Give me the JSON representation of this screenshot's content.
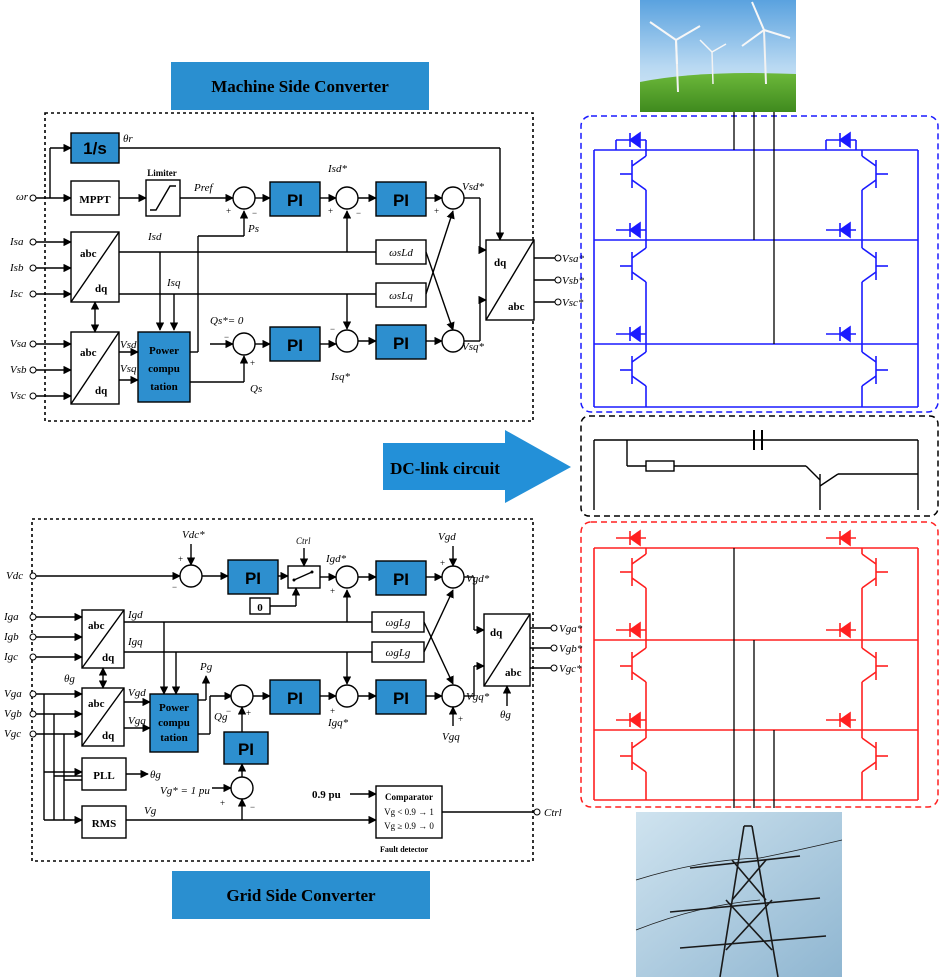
{
  "headers": {
    "machine_side": "Machine Side Converter",
    "grid_side": "Grid Side Converter",
    "dc_link": "DC-link circuit"
  },
  "colors": {
    "header_blue": "#2a8fd0",
    "pi_blue": "#2d8fcf",
    "arrow_blue": "#2390d8",
    "top_bridge": "#1a1aff",
    "bottom_bridge": "#ff2020"
  },
  "icons": {
    "wind_turbines": "wind-turbine-photo",
    "power_tower": "transmission-tower-photo"
  },
  "msc": {
    "integrator": "1/s",
    "mppt": "MPPT",
    "limiter": "Limiter",
    "pi": "PI",
    "power_comp": [
      "Power",
      "compu",
      "tation"
    ],
    "abc": "abc",
    "dq": "dq",
    "theta_r": "θr",
    "omega_r": "ωr",
    "p_ref": "Pref",
    "p_s": "Ps",
    "q_s_ref": "Qs*= 0",
    "q_s": "Qs",
    "i_sd": "Isd",
    "i_sq": "Isq",
    "i_sd_ref": "Isd*",
    "i_sq_ref": "Isq*",
    "v_sd": "Vsd",
    "v_sq": "Vsq",
    "v_sd_ref": "Vsd*",
    "v_sq_ref": "Vsq*",
    "cross_d": "ωsLd",
    "cross_q": "ωsLq",
    "in_i": [
      "Isa",
      "Isb",
      "Isc"
    ],
    "in_v": [
      "Vsa",
      "Vsb",
      "Vsc"
    ],
    "out_v": [
      "Vsa*",
      "Vsb*",
      "Vsc*"
    ]
  },
  "gsc": {
    "pi": "PI",
    "power_comp": [
      "Power",
      "compu",
      "tation"
    ],
    "abc": "abc",
    "dq": "dq",
    "pll": "PLL",
    "rms": "RMS",
    "zero": "0",
    "ctrl": "Ctrl",
    "v_dc": "Vdc",
    "v_dc_ref": "Vdc*",
    "i_gd_ref": "Igd*",
    "i_gq_ref": "Igq*",
    "i_gd": "Igd",
    "i_gq": "Igq",
    "v_gd": "Vgd",
    "v_gq": "Vgq",
    "v_gd_top": "Vgd",
    "v_gd_ref": "Vgd*",
    "v_gq_ref": "Vgq*",
    "v_gq_bot": "Vgq",
    "theta_g": "θg",
    "p_g": "Pg",
    "q_g": "Qg",
    "v_g_ref": "Vg* = 1 pu",
    "v_g": "Vg",
    "cross_d": "ωgLg",
    "cross_q": "ωgLg",
    "threshold": "0.9 pu",
    "comparator": "Comparator",
    "cmp_line1": "Vg < 0.9 → 1",
    "cmp_line2": "Vg ≥ 0.9 → 0",
    "fault_detector": "Fault detector",
    "in_i": [
      "Iga",
      "Igb",
      "Igc"
    ],
    "in_v": [
      "Vga",
      "Vgb",
      "Vgc"
    ],
    "out_v": [
      "Vga*",
      "Vgb*",
      "Vgc*"
    ]
  }
}
